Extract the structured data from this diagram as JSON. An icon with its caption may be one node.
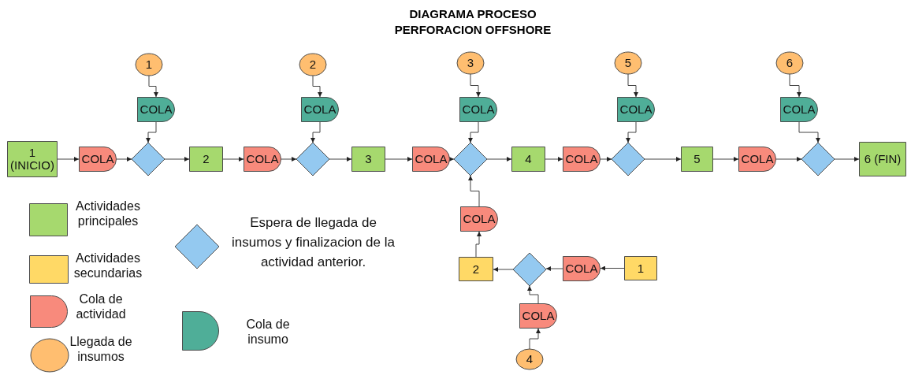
{
  "diagram": {
    "title": "DIAGRAMA PROCESO PERFORACION OFFSHORE",
    "nodes": [
      {
        "text": [
          "1"
        ]
      },
      {
        "text": [
          "2"
        ]
      },
      {
        "text": [
          "3"
        ]
      },
      {
        "text": [
          "5"
        ]
      },
      {
        "text": [
          "6"
        ]
      },
      {
        "text": [
          "COLA"
        ]
      },
      {
        "text": [
          "COLA"
        ]
      },
      {
        "text": [
          "COLA"
        ]
      },
      {
        "text": [
          "COLA"
        ]
      },
      {
        "text": [
          "COLA"
        ]
      },
      {
        "text": [
          "1 (INICIO)"
        ]
      },
      {
        "text": [
          "COLA"
        ]
      },
      {
        "text": [],
        "shape": "diamond"
      },
      {
        "text": [
          "2"
        ]
      },
      {
        "text": [
          "COLA"
        ]
      },
      {
        "text": [],
        "shape": "diamond"
      },
      {
        "text": [
          "3"
        ]
      },
      {
        "text": [
          "COLA"
        ]
      },
      {
        "text": [],
        "shape": "diamond"
      },
      {
        "text": [
          "4"
        ]
      },
      {
        "text": [
          "COLA"
        ]
      },
      {
        "text": [],
        "shape": "diamond"
      },
      {
        "text": [
          "5"
        ]
      },
      {
        "text": [
          "COLA"
        ]
      },
      {
        "text": [],
        "shape": "diamond"
      },
      {
        "text": [
          "6 (FIN)"
        ]
      },
      {
        "text": [
          "COLA"
        ]
      },
      {
        "text": [
          "2"
        ]
      },
      {
        "text": [],
        "shape": "diamond"
      },
      {
        "text": [
          "COLA"
        ]
      },
      {
        "text": [
          "1"
        ]
      },
      {
        "text": [
          "COLA"
        ]
      },
      {
        "text": [
          "4"
        ]
      }
    ],
    "edges": [
      {
        "from": 0,
        "to": 5,
        "arrow": "to"
      },
      {
        "from": 1,
        "to": 6,
        "arrow": "to"
      },
      {
        "from": 2,
        "to": 7,
        "arrow": "to"
      },
      {
        "from": 3,
        "to": 8,
        "arrow": "to"
      },
      {
        "from": 4,
        "to": 9,
        "arrow": "to"
      },
      {
        "from": 5,
        "to": 12,
        "arrow": "to"
      },
      {
        "from": 6,
        "to": 15,
        "arrow": "to"
      },
      {
        "from": 7,
        "to": 18,
        "arrow": "to"
      },
      {
        "from": 8,
        "to": 21,
        "arrow": "to"
      },
      {
        "from": 9,
        "to": 24,
        "arrow": "to"
      },
      {
        "from": 10,
        "to": 11,
        "arrow": "to"
      },
      {
        "from": 11,
        "to": 12,
        "arrow": "to"
      },
      {
        "from": 12,
        "to": 13,
        "arrow": "to"
      },
      {
        "from": 13,
        "to": 14,
        "arrow": "to"
      },
      {
        "from": 14,
        "to": 15,
        "arrow": "to"
      },
      {
        "from": 15,
        "to": 16,
        "arrow": "to"
      },
      {
        "from": 16,
        "to": 17,
        "arrow": "to"
      },
      {
        "from": 17,
        "to": 18,
        "arrow": "to"
      },
      {
        "from": 18,
        "to": 19,
        "arrow": "to"
      },
      {
        "from": 19,
        "to": 20,
        "arrow": "to"
      },
      {
        "from": 20,
        "to": 21,
        "arrow": "to"
      },
      {
        "from": 21,
        "to": 22,
        "arrow": "to"
      },
      {
        "from": 22,
        "to": 23,
        "arrow": "to"
      },
      {
        "from": 23,
        "to": 24,
        "arrow": "to"
      },
      {
        "from": 24,
        "to": 25,
        "arrow": "to"
      },
      {
        "from": 30,
        "to": 29,
        "arrow": "to"
      },
      {
        "from": 29,
        "to": 28,
        "arrow": "to"
      },
      {
        "from": 28,
        "to": 27,
        "arrow": "to"
      },
      {
        "from": 27,
        "to": 26,
        "arrow": "to"
      },
      {
        "from": 26,
        "to": 18,
        "arrow": "to"
      },
      {
        "from": 32,
        "to": 31,
        "arrow": "to"
      },
      {
        "from": 31,
        "to": 28,
        "arrow": "to"
      }
    ],
    "legend": [
      {
        "text": "Actividades principales",
        "color": "#a6d96e"
      },
      {
        "text": "Actividades secundarias",
        "color": "#ffd966"
      },
      {
        "text": "Cola de actividad",
        "color": "#f88a7c"
      },
      {
        "text": "Llegada de insumos",
        "color": "#ffbe70"
      },
      {
        "text": "Espera de llegada de insumos y finalizacion de la actividad anterior.",
        "color": "#94c9f0"
      },
      {
        "text": "Cola de insumo",
        "color": "#4fae98"
      }
    ]
  }
}
